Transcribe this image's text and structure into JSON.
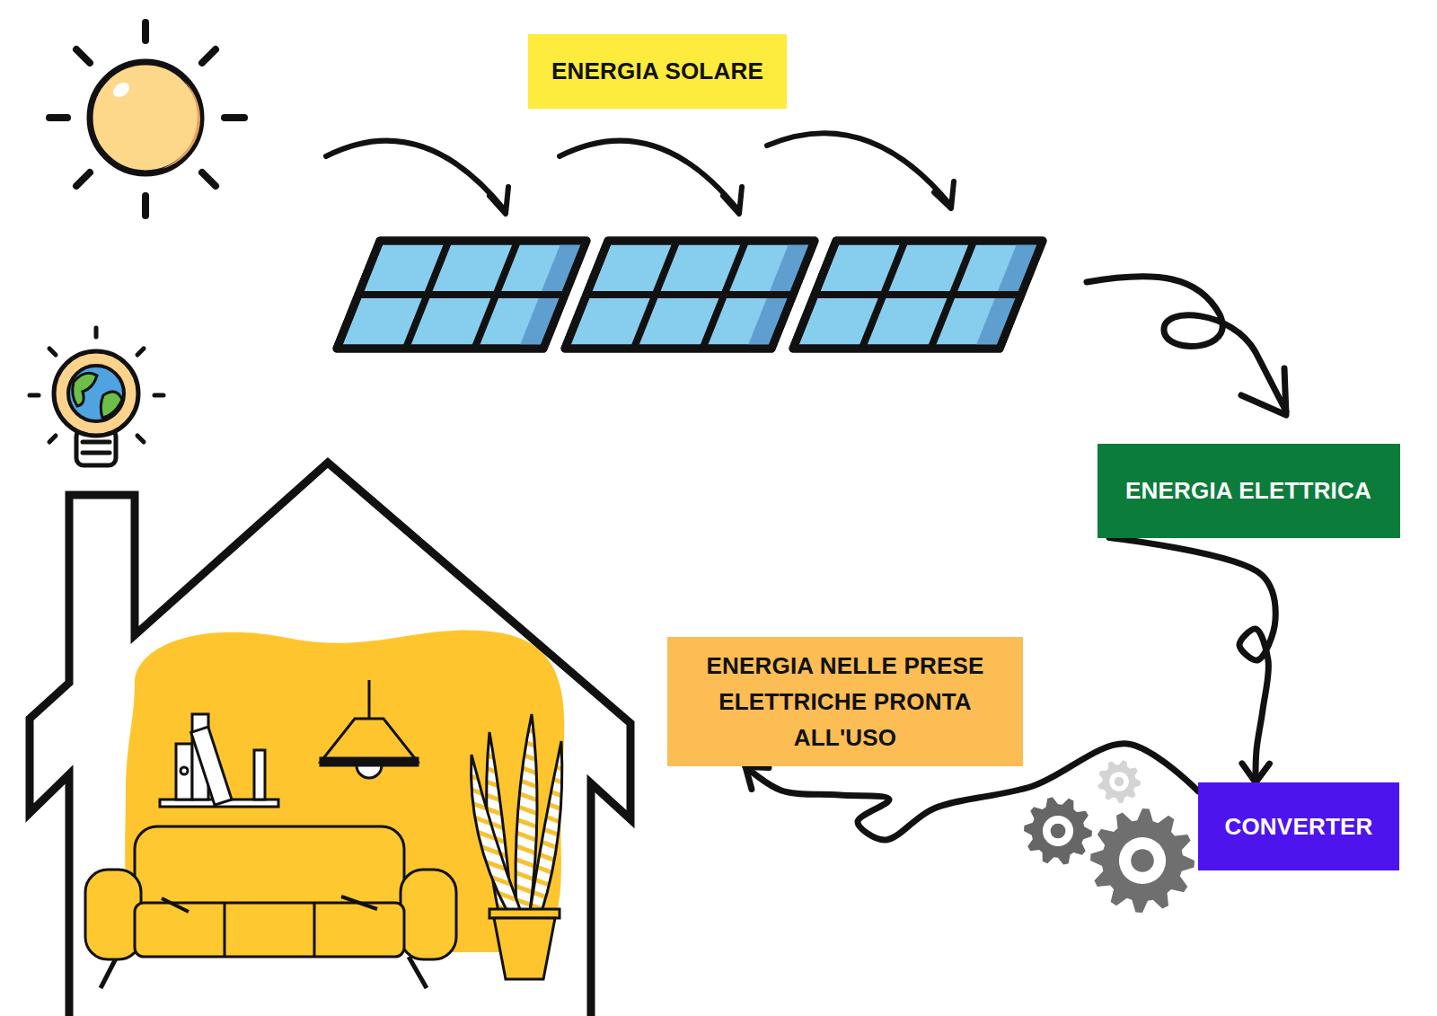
{
  "diagram": {
    "nodes": [
      {
        "text": [
          "ENERGIA SOLARE"
        ]
      },
      {
        "text": [
          "ENERGIA ELETTRICA"
        ]
      },
      {
        "text": [
          "CONVERTER"
        ]
      },
      {
        "text": [
          "ENERGIA NELLE PRESE ELETTRICHE PRONTA ALL'USO"
        ]
      }
    ],
    "edges": [
      {
        "from": 1,
        "to": 2,
        "arrow": "to"
      },
      {
        "from": 2,
        "to": 3,
        "arrow": "to"
      }
    ]
  }
}
